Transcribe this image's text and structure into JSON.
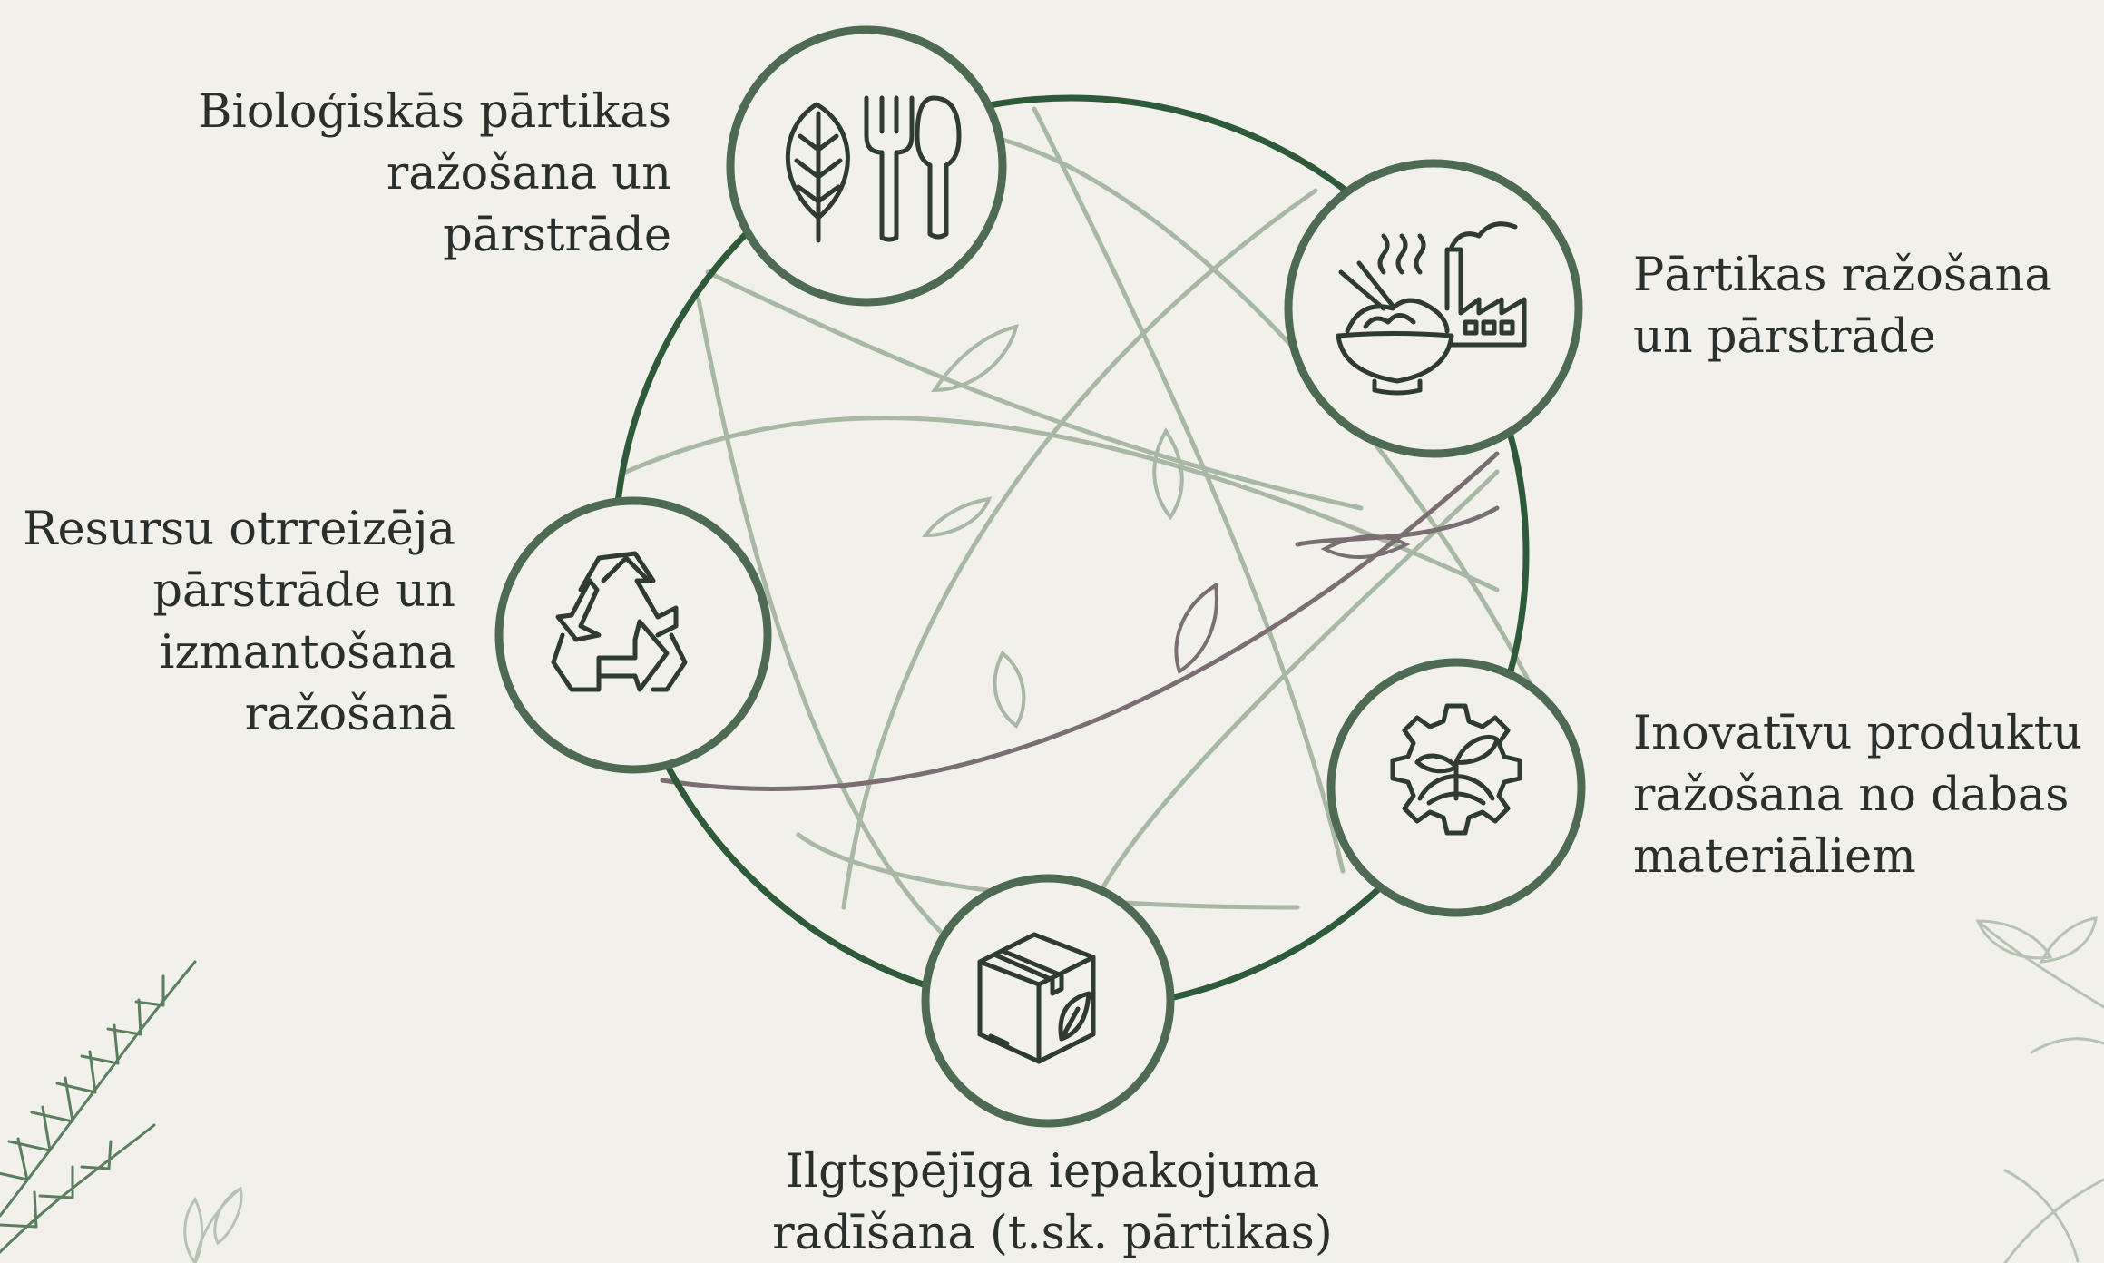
{
  "nodes": [
    {
      "id": "bio",
      "icon": "leaf-fork-spoon-icon",
      "lines": [
        "Bioloģiskās pārtikas",
        "ražošana un",
        "pārstrāde"
      ]
    },
    {
      "id": "food",
      "icon": "bowl-factory-icon",
      "lines": [
        "Pārtikas ražošana",
        "un pārstrāde"
      ]
    },
    {
      "id": "innov",
      "icon": "gear-sprout-icon",
      "lines": [
        "Inovatīvu produktu",
        "ražošana no dabas",
        "materiāliem"
      ]
    },
    {
      "id": "pack",
      "icon": "leaf-box-icon",
      "lines": [
        "Ilgtspējīga iepakojuma",
        "radīšana (t.sk. pārtikas)"
      ]
    },
    {
      "id": "recycle",
      "icon": "recycle-icon",
      "lines": [
        "Resursu otrreizēja",
        "pārstrāde un",
        "izmantošana",
        "ražošanā"
      ]
    }
  ],
  "colors": {
    "background": "#f1f0ea",
    "ring": "#2f5a3a",
    "node_border": "#4f6a52",
    "icon": "#2f3a31",
    "vine_light": "#a9b8a4",
    "vine_dark": "#7a6e72",
    "fern": "#5b7f5e"
  }
}
